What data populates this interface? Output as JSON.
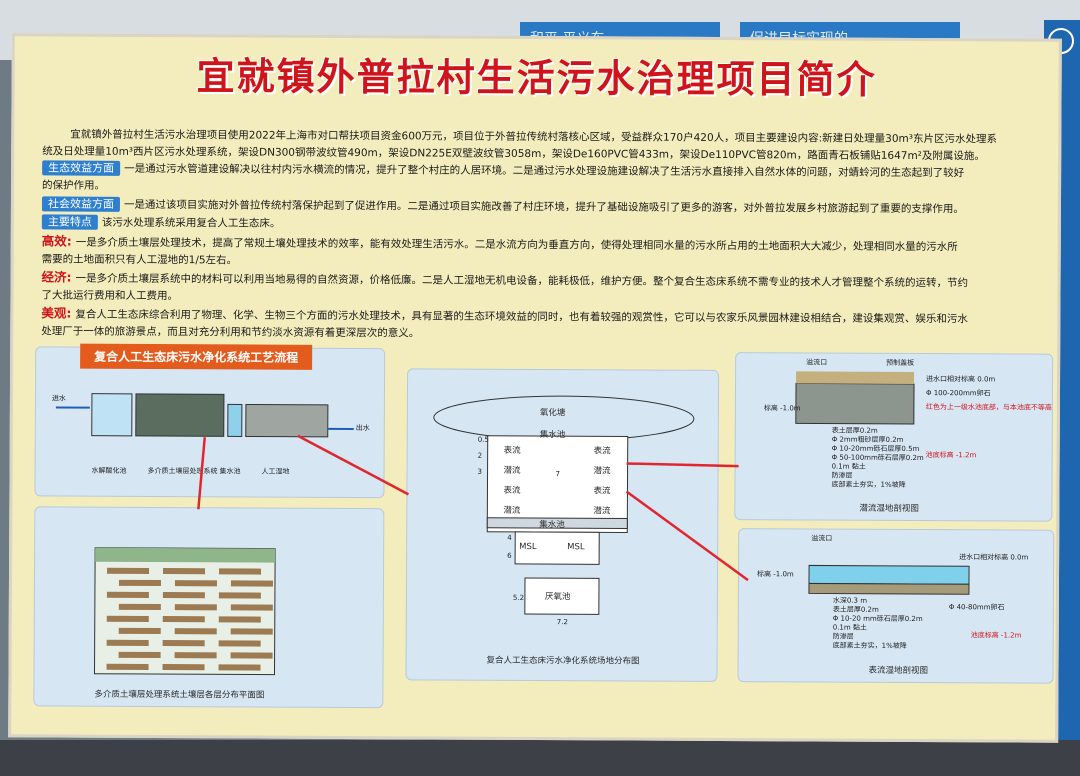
{
  "background": {
    "panel_left": "和平 平义东",
    "panel_right": "促进目标实现的"
  },
  "title": "宜就镇外普拉村生活污水治理项目简介",
  "intro_line1": "宜就镇外普拉村生活污水治理项目使用2022年上海市对口帮扶项目资金600万元，项目位于外普拉传统村落核心区域，受益群众170户420人，项目主要建设内容:新建日处理量30m³东片区污水处理系",
  "intro_line2": "统及日处理量10m³西片区污水处理系统，架设DN300钢带波纹管490m，架设DN225E双壁波纹管3058m，架设De160PVC管433m，架设De110PVC管820m，路面青石板铺贴1647m²及附属设施。",
  "sections": [
    {
      "tag": "生态效益方面",
      "text": "一是通过污水管道建设解决以往村内污水横流的情况，提升了整个村庄的人居环境。二是通过污水处理设施建设解决了生活污水直接排入自然水体的问题，对蜻蛉河的生态起到了较好",
      "text2": "的保护作用。"
    },
    {
      "tag": "社会效益方面",
      "text": "一是通过该项目实施对外普拉传统村落保护起到了促进作用。二是通过项目实施改善了村庄环境，提升了基础设施吸引了更多的游客，对外普拉发展乡村旅游起到了重要的支撑作用。",
      "text2": ""
    },
    {
      "tag": "主要特点",
      "text": "该污水处理系统采用复合人工生态床。",
      "text2": ""
    }
  ],
  "keywords": [
    {
      "kw": "高效:",
      "text": "一是多介质土壤层处理技术，提高了常规土壤处理技术的效率，能有效处理生活污水。二是水流方向为垂直方向，使得处理相同水量的污水所占用的土地面积大大减少，处理相同水量的污水所",
      "text2": "需要的土地面积只有人工湿地的1/5左右。"
    },
    {
      "kw": "经济:",
      "text": "一是多介质土壤层系统中的材料可以利用当地易得的自然资源，价格低廉。二是人工湿地无机电设备，能耗极低，维护方便。整个复合生态床系统不需专业的技术人才管理整个系统的运转，节约",
      "text2": "了大批运行费用和人工费用。"
    },
    {
      "kw": "美观:",
      "text": "复合人工生态床综合利用了物理、化学、生物三个方面的污水处理技术，具有显著的生态环境效益的同时，也有着较强的观赏性，它可以与农家乐风景园林建设相结合，建设集观赏、娱乐和污水",
      "text2": "处理厂于一体的旅游景点，而且对充分利用和节约淡水资源有着更深层次的意义。"
    }
  ],
  "flow": {
    "title": "复合人工生态床污水净化系统工艺流程",
    "inlet": "进水",
    "outlet": "出水",
    "labels": [
      "水解酸化池",
      "多介质土壤层处理系统",
      "集水池",
      "人工湿地"
    ]
  },
  "layers_caption": "多介质土壤层处理系统土壤层各层分布平面图",
  "layout": {
    "caption": "复合人工生态床污水净化系统场地分布图",
    "oxid": "氧化塘",
    "collect": "集水池",
    "surface": "表流",
    "sub": "潜流",
    "msl": "MSL",
    "anaerobic": "厌氧池",
    "nums": [
      "0.5",
      "2",
      "3",
      "4",
      "6",
      "5.2",
      "7.2",
      "7"
    ]
  },
  "sub_section": {
    "caption": "潜流湿地剖视图",
    "overflow": "溢流口",
    "slab": "预制盖板",
    "inlet_level": "进水口相对标高 0.0m",
    "level_a": "标高 -1.0m",
    "level_b": "池底标高 -1.2m",
    "note": "红色为上一级水池底部，与本池底不等高",
    "gravel": "Φ 100-200mm卵石",
    "layers": [
      "表土层厚0.2m",
      "Φ 2mm粗砂层厚0.2m",
      "Φ 10-20mm砾石层厚0.5m",
      "Φ 50-100mm砾石层厚0.2m",
      "0.1m 黏土",
      "防渗层",
      "底部素土夯实，1%坡降"
    ]
  },
  "surf_section": {
    "caption": "表流湿地剖视图",
    "overflow": "溢流口",
    "inlet_level": "进水口相对标高 0.0m",
    "level_a": "标高 -1.0m",
    "level_b": "池底标高 -1.2m",
    "gravel": "Φ 40-80mm卵石",
    "layers": [
      "水深0.3 m",
      "表土层厚0.2m",
      "Φ 10-20 mm砾石层厚0.2m",
      "0.1m 黏土",
      "防渗层",
      "底部素土夯实，1%坡降"
    ]
  },
  "colors": {
    "title": "#d0141c",
    "tag": "#2f7fd0",
    "panel": "#d6e6f3",
    "board": "#f3ecbc",
    "flow_title": "#e45b1e"
  }
}
